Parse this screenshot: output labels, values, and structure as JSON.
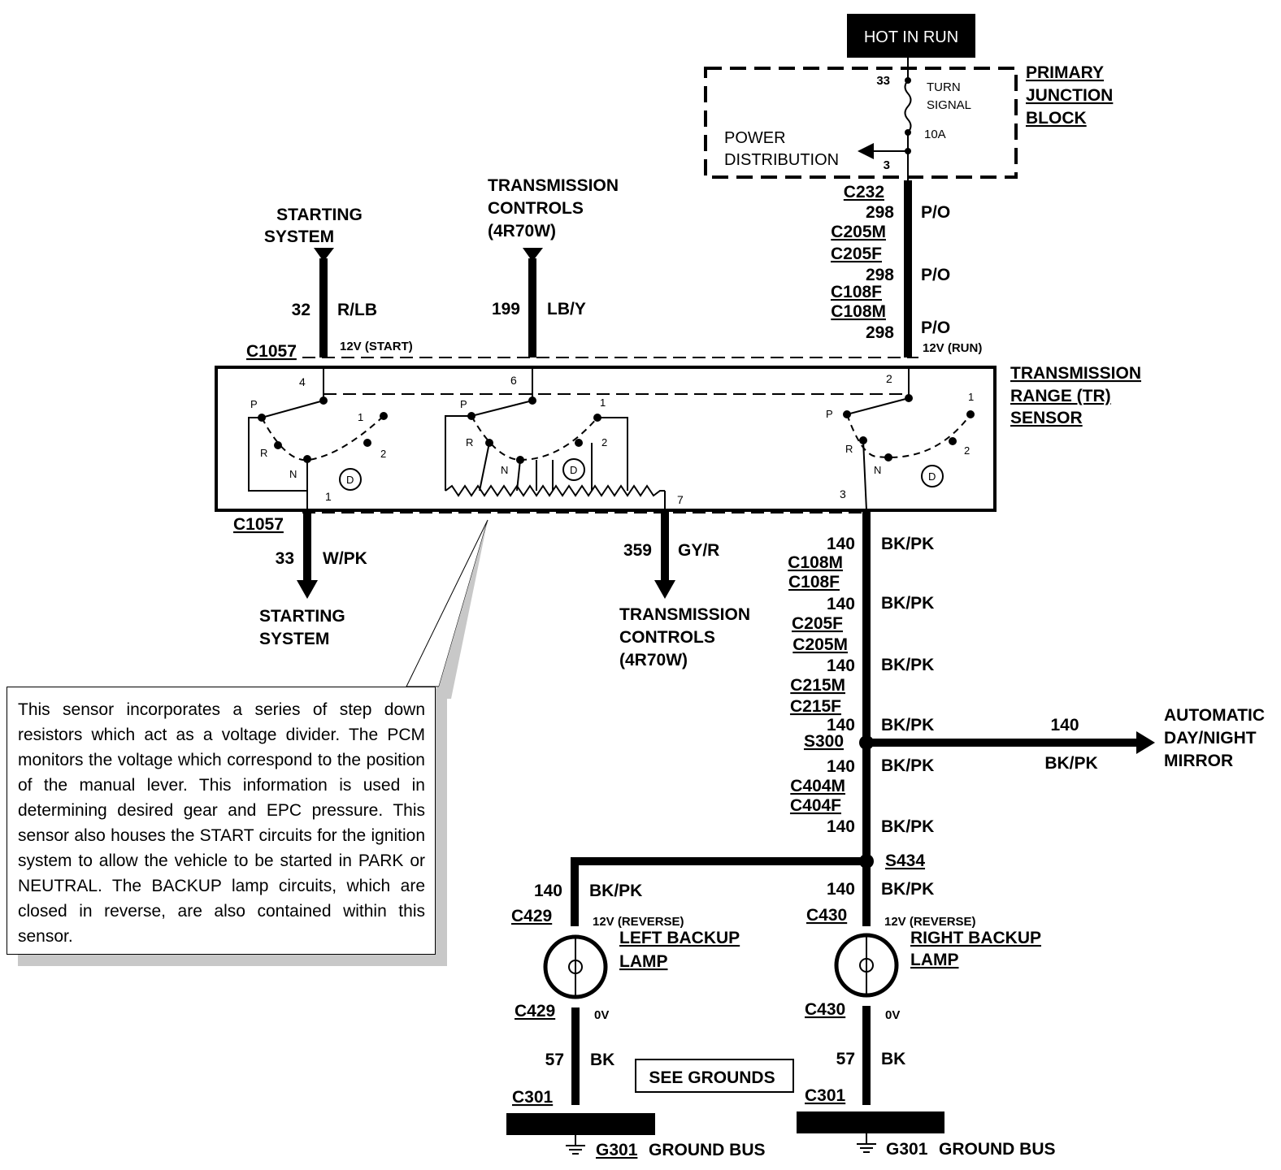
{
  "hot_in_run": "HOT IN RUN",
  "junction_block": {
    "title_lines": [
      "PRIMARY",
      "JUNCTION",
      "BLOCK"
    ],
    "pin_top": "33",
    "pin_bottom": "3",
    "fuse_label_lines": [
      "TURN",
      "SIGNAL"
    ],
    "fuse_rating": "10A",
    "power_distribution_lines": [
      "POWER",
      "DISTRIBUTION"
    ]
  },
  "feed_298": {
    "connectors": [
      "C232",
      "C205M",
      "C205F",
      "C108F",
      "C108M"
    ],
    "circuit": "298",
    "color": "P/O",
    "voltage": "12V (RUN)"
  },
  "starting_in": {
    "lines": [
      "STARTING",
      "SYSTEM"
    ],
    "circuit": "32",
    "color": "R/LB",
    "voltage": "12V (START)",
    "connector": "C1057"
  },
  "trans_in": {
    "lines": [
      "TRANSMISSION",
      "CONTROLS",
      "(4R70W)"
    ],
    "circuit": "199",
    "color": "LB/Y"
  },
  "tr_sensor": {
    "title_lines": [
      "TRANSMISSION",
      "RANGE (TR)",
      "SENSOR"
    ],
    "pins": [
      "4",
      "1",
      "6",
      "7",
      "2",
      "3"
    ],
    "positions": [
      "P",
      "R",
      "N",
      "D",
      "2",
      "1"
    ]
  },
  "starting_out": {
    "connector": "C1057",
    "circuit": "33",
    "color": "W/PK",
    "lines": [
      "STARTING",
      "SYSTEM"
    ]
  },
  "trans_out": {
    "circuit": "359",
    "color": "GY/R",
    "lines": [
      "TRANSMISSION",
      "CONTROLS",
      "(4R70W)"
    ]
  },
  "backup_feed": {
    "circuit": "140",
    "color": "BK/PK",
    "connectors": [
      "C108M",
      "C108F",
      "C205F",
      "C205M",
      "C215M",
      "C215F",
      "C404M",
      "C404F"
    ],
    "splices": [
      "S300",
      "S434"
    ]
  },
  "mirror": {
    "circuit": "140",
    "color": "BK/PK",
    "lines": [
      "AUTOMATIC",
      "DAY/NIGHT",
      "MIRROR"
    ]
  },
  "left_lamp": {
    "circuit": "140",
    "color": "BK/PK",
    "connector": "C429",
    "voltage": "12V (REVERSE)",
    "lines": [
      "LEFT BACKUP",
      "LAMP"
    ],
    "ground_voltage": "0V",
    "ground_circuit": "57",
    "ground_color": "BK",
    "ground_connector": "C301",
    "ground": "G301",
    "ground_bus": "GROUND BUS"
  },
  "right_lamp": {
    "circuit": "140",
    "color": "BK/PK",
    "connector": "C430",
    "voltage": "12V (REVERSE)",
    "lines": [
      "RIGHT BACKUP",
      "LAMP"
    ],
    "ground_voltage": "0V",
    "ground_circuit": "57",
    "ground_color": "BK",
    "ground_connector": "C301",
    "ground": "G301",
    "ground_bus": "GROUND BUS"
  },
  "see_grounds": "SEE GROUNDS",
  "note": "This sensor incorporates a series of step down resistors which act as a voltage divider. The PCM monitors the voltage which correspond to the position of the manual lever. This information is used in determining desired gear and EPC pressure. This sensor also houses the START circuits for the ignition system to allow the vehicle to be started in PARK or NEUTRAL. The BACKUP lamp circuits, which are closed in reverse, are also contained within this sensor.",
  "colors": {
    "ink": "#000000",
    "paper": "#ffffff",
    "shadow": "#c8c8c8"
  }
}
